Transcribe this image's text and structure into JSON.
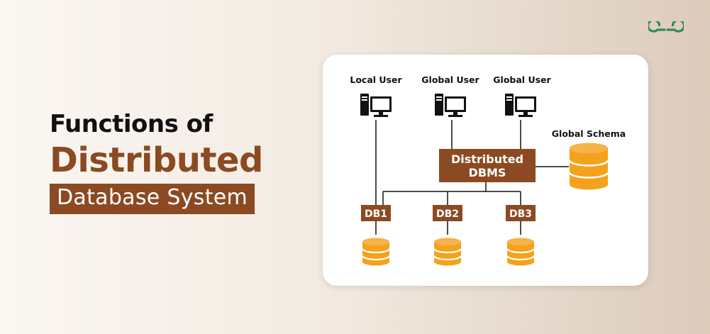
{
  "title": {
    "line1": "Functions of",
    "line2": "Distributed",
    "line3": "Database System"
  },
  "diagram": {
    "users": [
      "Local User",
      "Global User",
      "Global User"
    ],
    "dbms_line1": "Distributed",
    "dbms_line2": "DBMS",
    "schema_label": "Global Schema",
    "databases": [
      "DB1",
      "DB2",
      "DB3"
    ]
  },
  "colors": {
    "brand_brown": "#8b4a22",
    "db_orange": "#f4a21b",
    "logo_green": "#2e8b57"
  }
}
